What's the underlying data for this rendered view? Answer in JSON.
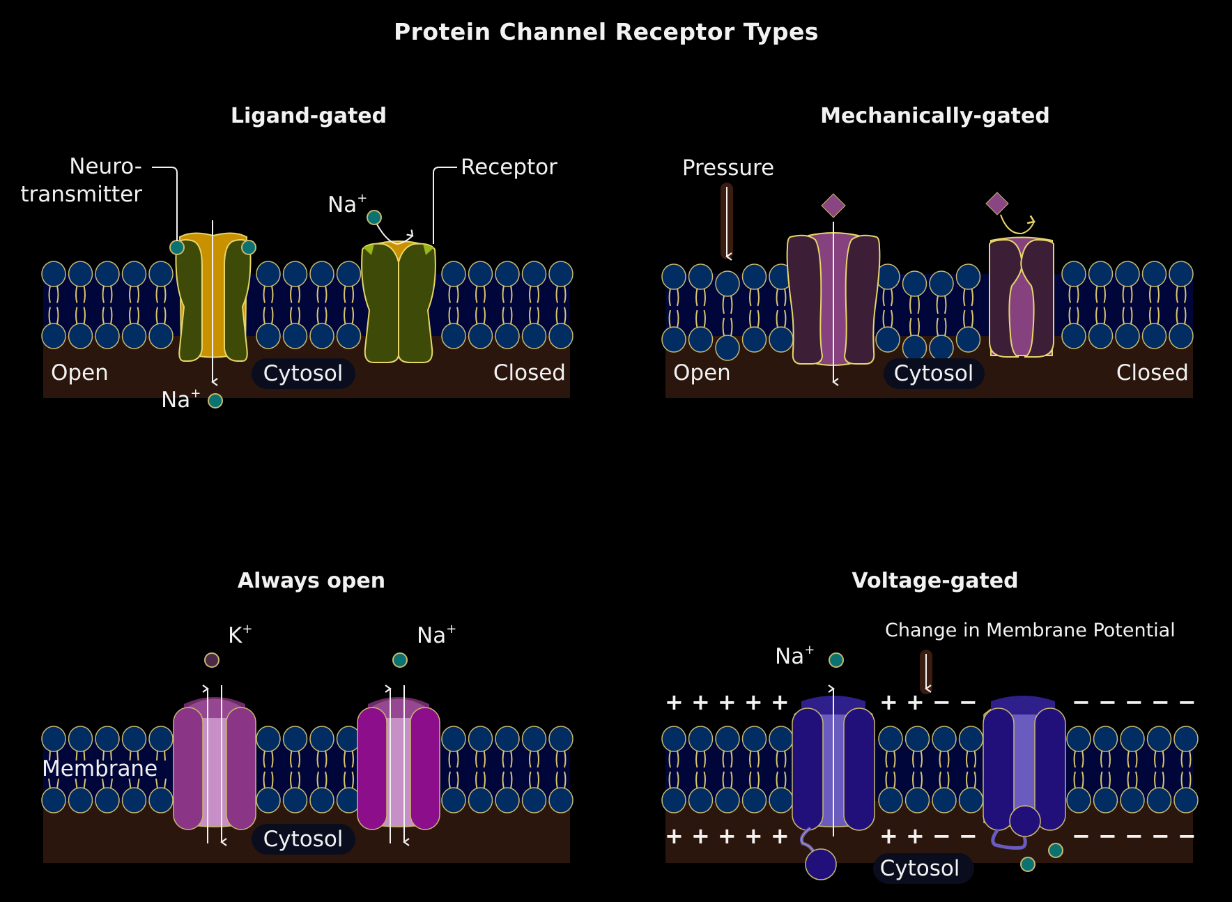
{
  "title": "Protein Channel Receptor Types",
  "colors": {
    "background": "#000000",
    "membrane_core": "#00063a",
    "lipid_head": "#022d63",
    "lipid_outline": "#c9b870",
    "lipid_tail": "#d8c56e",
    "cytosol": "#2a160c",
    "cytosol_label_bg": "#0a0d1e",
    "text": "#f2f2f2",
    "sodium_ion": "#0a7271",
    "potassium_ion": "#4a2a45",
    "pressure_arrow_glow": "#3b1c10"
  },
  "panels": {
    "ligand": {
      "title": "Ligand-gated",
      "open_label": "Open",
      "closed_label": "Closed",
      "cytosol_label": "Cytosol",
      "neurotransmitter_label_1": "Neuro-",
      "neurotransmitter_label_2": "transmitter",
      "receptor_label": "Receptor",
      "ion_top": "Na",
      "ion_bottom": "Na",
      "ion_charge": "+",
      "channel_body_color": "#3e4b08",
      "channel_pore_color": "#c99100",
      "receptor_site_color": "#98b519"
    },
    "mechanical": {
      "title": "Mechanically-gated",
      "open_label": "Open",
      "closed_label": "Closed",
      "cytosol_label": "Cytosol",
      "pressure_label": "Pressure",
      "channel_body_color": "#3c1f36",
      "channel_pore_color": "#85427f",
      "diamond_color": "#8a4683"
    },
    "always_open": {
      "title": "Always open",
      "membrane_label": "Membrane",
      "cytosol_label": "Cytosol",
      "ion_left": "K",
      "ion_right": "Na",
      "ion_charge": "+",
      "left_channel_color": "#8a3585",
      "right_channel_color": "#8c0e8a",
      "pore_color": "#c68fc6"
    },
    "voltage": {
      "title": "Voltage-gated",
      "change_label": "Change in Membrane Potential",
      "cytosol_label": "Cytosol",
      "ion": "Na",
      "ion_charge": "+",
      "channel_body_color": "#21107a",
      "channel_pore_color": "#6a5bbf",
      "top_charges_left": "+ + + + +",
      "top_charges_mid": "+ + − −",
      "top_charges_right": "− − − − −",
      "bottom_charges_left": "+ + + + +",
      "bottom_charges_mid": "+ + − −",
      "bottom_charges_right": "− − − − −"
    }
  }
}
